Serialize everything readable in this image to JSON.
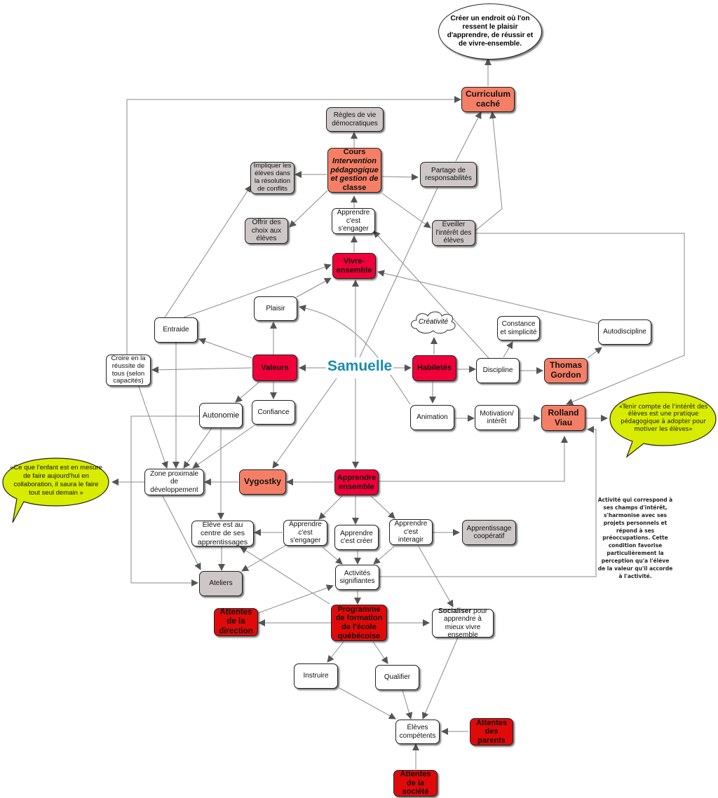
{
  "colors": {
    "center_text": "#1a8bb3",
    "salmon": "#f57f66",
    "crimson": "#f00038",
    "red": "#e00a0a",
    "gray": "#cdc7c7",
    "bubble": "#d8ec00",
    "edge": "#8a8a8a",
    "arrow": "#555555"
  },
  "center": "Samuelle",
  "goal": "Créer un endroit où l'on ressent le plaisir d'apprendre, de réussir et de vivre-ensemble.",
  "nodes": {
    "curriculum": "Curriculum caché",
    "regles": "Règles de vie démocratiques",
    "cours_title": "Cours",
    "cours_italic": "Intervention pédagogique et gestion de",
    "cours_end": "classe",
    "impliquer": "Impliquer les élèves dans la résolution de conflits",
    "partage": "Partage de responsabilités",
    "offrir": "Offrir des choix aux élèves",
    "engager_top": "Apprendre c'est s'engager",
    "eveiller": "Éveiller l'intérêt des élèves",
    "vivre": "Vivre-ensemble",
    "plaisir": "Plaisir",
    "entraide": "Entraide",
    "creativite": "Créativité",
    "constance": "Constance et simplicité",
    "autodiscipline": "Autodiscipline",
    "croire": "Croire en la réussite de tous (selon capacités)",
    "valeurs": "Valeurs",
    "habiletes": "Habiletés",
    "discipline": "Discipline",
    "gordon": "Thomas Gordon",
    "autonomie": "Autonomie",
    "confiance": "Confiance",
    "animation": "Animation",
    "motivation": "Motivation/ intérêt",
    "viau": "Rolland Viau",
    "zone": "Zone proximale de développement",
    "vygostky": "Vygostky",
    "apprendre_ensemble": "Apprendre ensemble",
    "eleve_centre": "Élève est au centre de ses apprentissages",
    "engager_bottom": "Apprendre c'est s'engager",
    "creer": "Apprendre c'est créer",
    "interagir": "Apprendre c'est interagir",
    "cooperatif": "Apprentissage coopératif",
    "ateliers": "Ateliers",
    "activites": "Activités signifiantes",
    "direction": "Attentes de la direction",
    "programme": "Programme de formation de l'école québécoise",
    "socialiser_bold": "Socialiser",
    "socialiser_rest": " pour apprendre à mieux vivre ensemble",
    "instruire": "Instruire",
    "qualifier": "Qualifier",
    "competents": "Élèves compétents",
    "parents": "Attentes des parents",
    "societe": "Attentes de la société"
  },
  "quotes": {
    "viau": "«Tenir compte de l'intérêt des élèves est une pratique pédagogique à adopter pour motiver les élèves»",
    "vygotsky": "«Ce que l'enfant est en mesure de faire aujourd'hui en collaboration, il saura le faire tout seul demain »"
  },
  "note": "Activité qui correspond à ses champs d'intérêt, s'harmonise avec ses projets personnels et répond à ses préoccupations. Cette condition favorise particulièrement la perception qu'a l'élève de la valeur qu'il accorde à l'activité."
}
